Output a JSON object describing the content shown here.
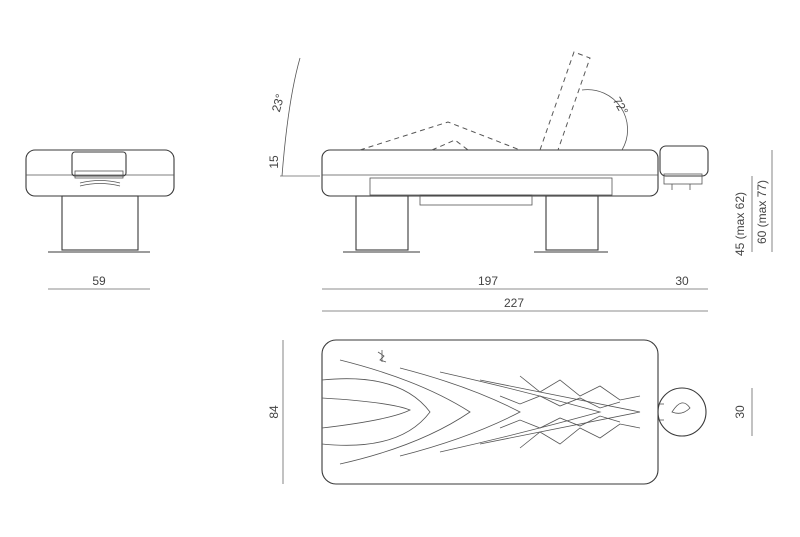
{
  "dimensions": {
    "side_width": "59",
    "length_main": "197",
    "length_head": "30",
    "length_total": "227",
    "height_base": "15",
    "backrest_angle": "23°",
    "headrest_angle": "72°",
    "height_low": "45 (max 62)",
    "height_high": "60 (max 77)",
    "top_width": "84",
    "head_width": "30"
  },
  "colors": {
    "line": "#3a3a3a",
    "dimension": "#666666",
    "background": "#ffffff"
  }
}
